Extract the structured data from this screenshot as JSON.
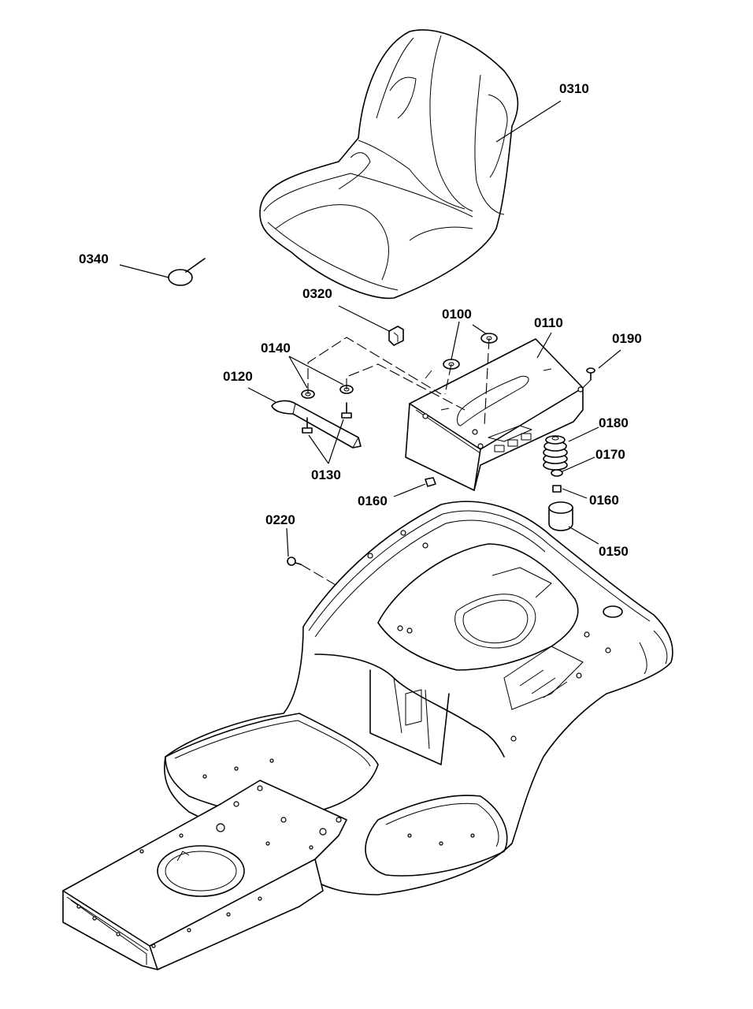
{
  "diagram": {
    "callouts": {
      "c0310": "0310",
      "c0340": "0340",
      "c0320": "0320",
      "c0100": "0100",
      "c0110": "0110",
      "c0190": "0190",
      "c0140": "0140",
      "c0120": "0120",
      "c0180": "0180",
      "c0170": "0170",
      "c0130": "0130",
      "c0160a": "0160",
      "c0160b": "0160",
      "c0220": "0220",
      "c0150": "0150"
    }
  }
}
